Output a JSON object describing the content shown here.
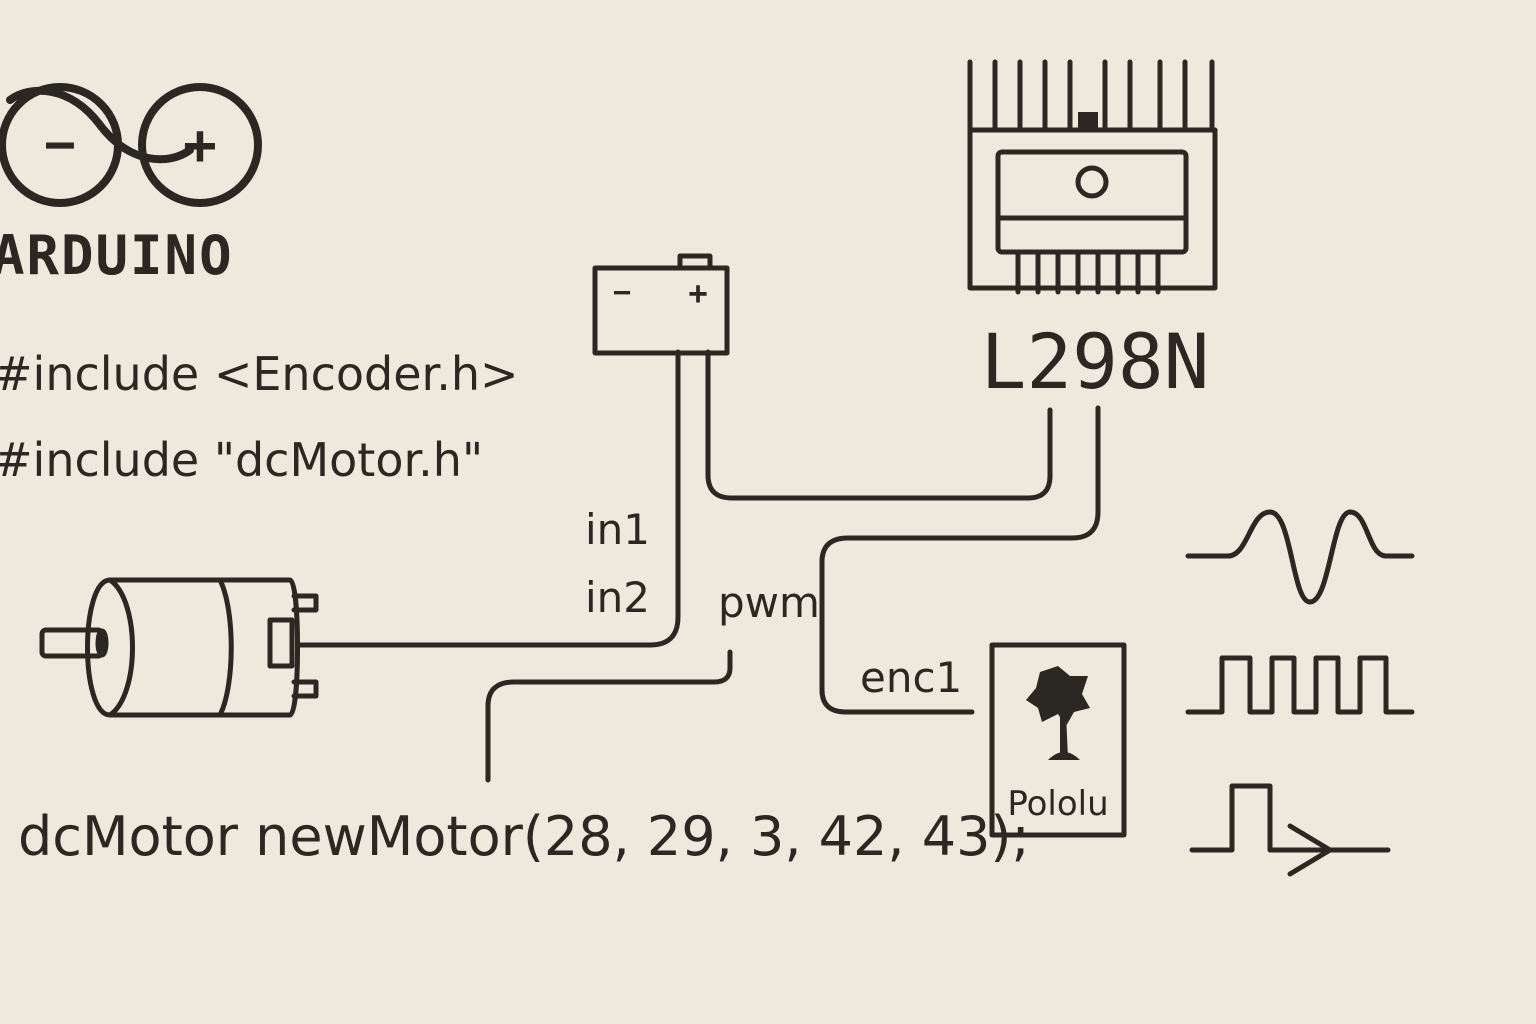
{
  "logo": {
    "wordmark": "ARDUINO",
    "minus_symbol": "−",
    "plus_symbol": "+"
  },
  "code": {
    "include_1": "#include <Encoder.h>",
    "include_2": "#include \"dcMotor.h\"",
    "constructor": "dcMotor newMotor(28, 29, 3, 42, 43);"
  },
  "driver": {
    "label": "L298N"
  },
  "battery": {
    "minus_symbol": "−",
    "plus_symbol": "+"
  },
  "wires": {
    "in1": "in1",
    "in2": "in2",
    "pwm": "pwm",
    "enc1": "enc1"
  },
  "encoder_board": {
    "brand": "Pololu"
  },
  "colors": {
    "background": "#efe8dc",
    "ink": "#2b2823"
  },
  "icons": [
    "arduino-logo",
    "battery-icon",
    "l298n-chip-icon",
    "dc-motor-icon",
    "pololu-logo-icon",
    "sine-wave-icon",
    "square-wave-icon",
    "pulse-arrow-icon"
  ]
}
